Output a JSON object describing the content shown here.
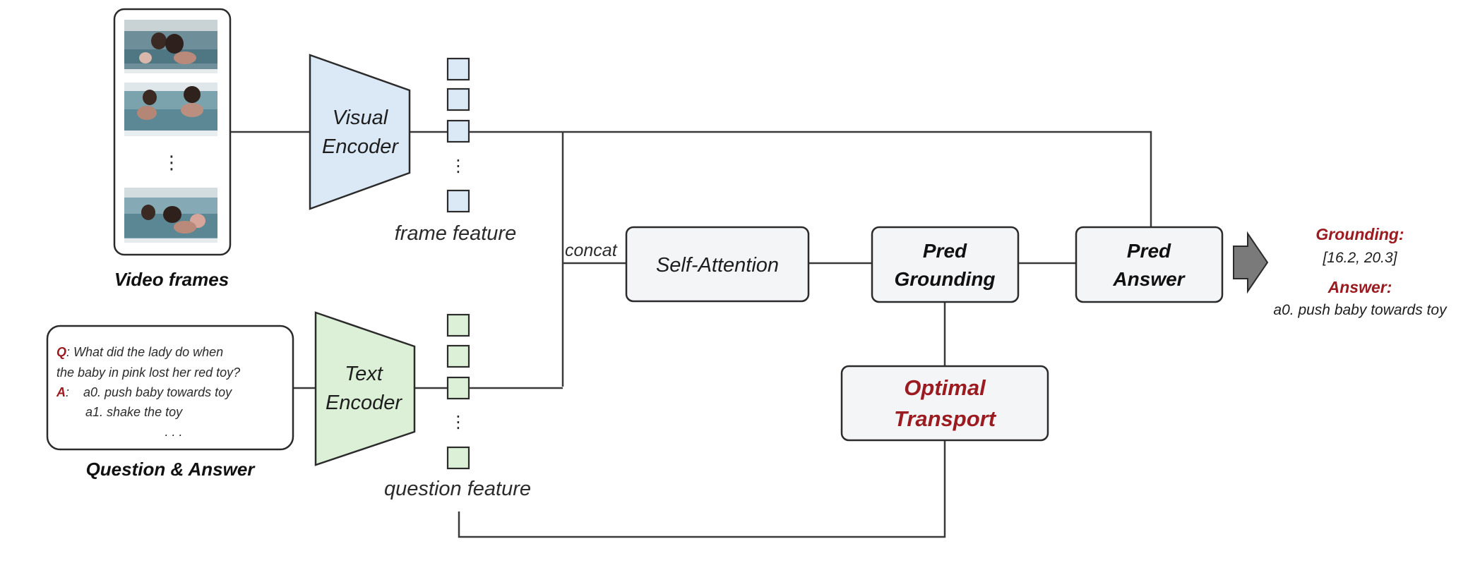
{
  "inputs": {
    "video_label": "Video frames",
    "frame_dots": "⋮",
    "qa_label": "Question & Answer",
    "qa": {
      "q_marker": "Q",
      "q_line1": ": What did the lady do when",
      "q_line2": "the baby in pink lost her red toy?",
      "a_marker": "A",
      "a_line1": ":    a0. push baby towards toy",
      "a_line2": "a1. shake the toy",
      "ellipsis": ". . ."
    }
  },
  "encoders": {
    "visual_line1": "Visual",
    "visual_line2": "Encoder",
    "text_line1": "Text",
    "text_line2": "Encoder"
  },
  "features": {
    "frame_label": "frame feature",
    "question_label": "question feature",
    "dots": "⋮"
  },
  "fusion": {
    "concat_label": "concat",
    "self_attention": "Self-Attention"
  },
  "heads": {
    "grounding_line1": "Pred",
    "grounding_line2": "Grounding",
    "answer_line1": "Pred",
    "answer_line2": "Answer"
  },
  "optimal_transport": {
    "line1": "Optimal",
    "line2": "Transport"
  },
  "output": {
    "grounding_label": "Grounding:",
    "grounding_value": "[16.2, 20.3]",
    "answer_label": "Answer:",
    "answer_value": "a0. push baby towards toy"
  },
  "colors": {
    "visual_fill": "#dbe9f6",
    "text_fill": "#dbf0d6",
    "box_fill": "#f4f5f7",
    "accent_red": "#9b1b20",
    "arrow_fill": "#7a7a7a",
    "line": "#3a3a3a"
  }
}
